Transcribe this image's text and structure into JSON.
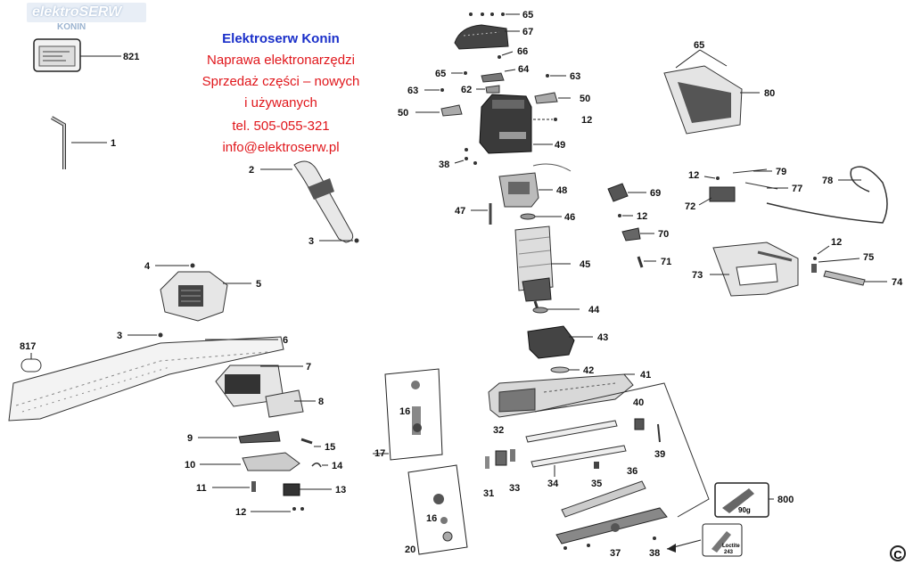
{
  "watermark": {
    "main": "elektroSERW",
    "sub": "KONIN"
  },
  "advert": {
    "company": "Elektroserw Konin",
    "line1": "Naprawa elektronarzędzi",
    "line2": "Sprzedaż części – nowych",
    "line3": "i używanych",
    "phone": "tel. 505-055-321",
    "email": "info@elektroserw.pl"
  },
  "labels": {
    "p821": "821",
    "p1": "1",
    "p2": "2",
    "p3a": "3",
    "p3b": "3",
    "p4": "4",
    "p5": "5",
    "p6": "6",
    "p7": "7",
    "p8": "8",
    "p817": "817",
    "p9": "9",
    "p10": "10",
    "p11": "11",
    "p12a": "12",
    "p13": "13",
    "p14": "14",
    "p15": "15",
    "p16a": "16",
    "p16b": "16",
    "p17": "17",
    "p20": "20",
    "p65a": "65",
    "p67": "67",
    "p66": "66",
    "p65b": "65",
    "p64": "64",
    "p63a": "63",
    "p62": "62",
    "p63b": "63",
    "p50a": "50",
    "p50b": "50",
    "p12b": "12",
    "p49": "49",
    "p38a": "38",
    "p48": "48",
    "p47": "47",
    "p46": "46",
    "p45": "45",
    "p44": "44",
    "p43": "43",
    "p42": "42",
    "p41": "41",
    "p40": "40",
    "p39": "39",
    "p32": "32",
    "p31": "31",
    "p33": "33",
    "p34": "34",
    "p35": "35",
    "p36": "36",
    "p37": "37",
    "p38b": "38",
    "p800": "800",
    "p65c": "65",
    "p80": "80",
    "p69": "69",
    "p12c": "12",
    "p70": "70",
    "p71": "71",
    "p12d": "12",
    "p79": "79",
    "p77": "77",
    "p72": "72",
    "p78": "78",
    "p12e": "12",
    "p75": "75",
    "p73": "73",
    "p74": "74"
  },
  "callouts": {
    "grease": "90g",
    "loctite": "Loctite",
    "loctite_no": "243"
  },
  "copyright_symbol": "C",
  "colors": {
    "company": "#1a2fc9",
    "advert": "#e0161b",
    "line": "#222222"
  }
}
